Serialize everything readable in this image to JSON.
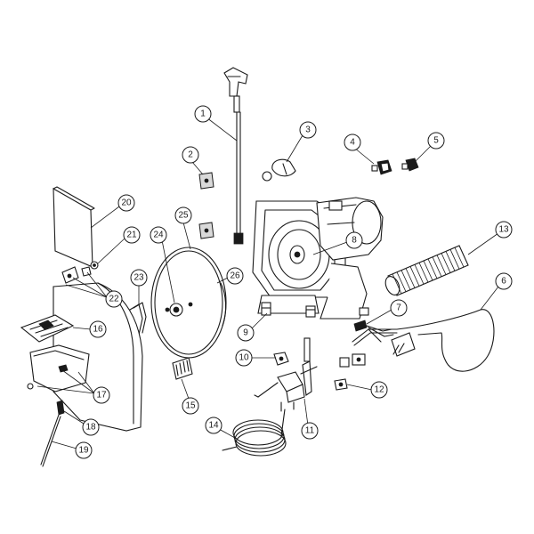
{
  "callouts": [
    {
      "id": "c1",
      "label": "1"
    },
    {
      "id": "c2",
      "label": "2"
    },
    {
      "id": "c3",
      "label": "3"
    },
    {
      "id": "c4",
      "label": "4"
    },
    {
      "id": "c5",
      "label": "5"
    },
    {
      "id": "c6",
      "label": "6"
    },
    {
      "id": "c7",
      "label": "7"
    },
    {
      "id": "c8",
      "label": "8"
    },
    {
      "id": "c9",
      "label": "9"
    },
    {
      "id": "c10",
      "label": "10"
    },
    {
      "id": "c11",
      "label": "11"
    },
    {
      "id": "c12",
      "label": "12"
    },
    {
      "id": "c13",
      "label": "13"
    },
    {
      "id": "c14",
      "label": "14"
    },
    {
      "id": "c15",
      "label": "15"
    },
    {
      "id": "c16",
      "label": "16"
    },
    {
      "id": "c17",
      "label": "17"
    },
    {
      "id": "c18",
      "label": "18"
    },
    {
      "id": "c19",
      "label": "19"
    },
    {
      "id": "c20",
      "label": "20"
    },
    {
      "id": "c21",
      "label": "21"
    },
    {
      "id": "c22",
      "label": "22"
    },
    {
      "id": "c23",
      "label": "23"
    },
    {
      "id": "c24",
      "label": "24"
    },
    {
      "id": "c25",
      "label": "25"
    },
    {
      "id": "c26",
      "label": "26"
    }
  ]
}
